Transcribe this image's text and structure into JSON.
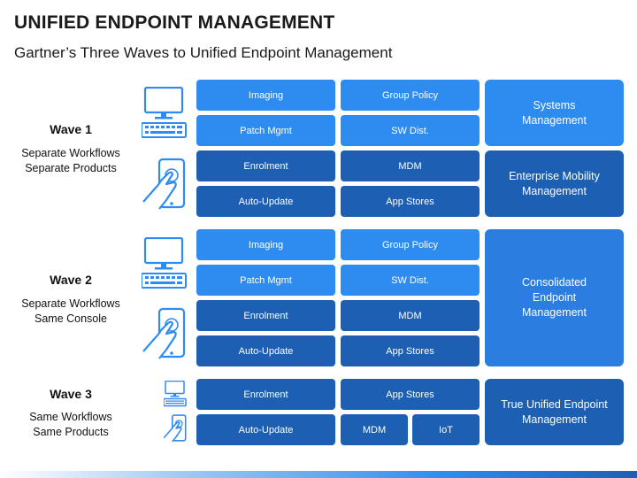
{
  "title": "UNIFIED ENDPOINT MANAGEMENT",
  "subtitle": "Gartner’s Three Waves to Unified Endpoint Management",
  "waves": [
    {
      "label": "Wave 1",
      "desc1": "Separate Workflows",
      "desc2": "Separate Products",
      "grid": {
        "r1c1": "Imaging",
        "r1c2": "Group Policy",
        "r2c1": "Patch Mgmt",
        "r2c2": "SW Dist.",
        "r3c1": "Enrolment",
        "r3c2": "MDM",
        "r4c1": "Auto-Update",
        "r4c2": "App Stores"
      },
      "categories": [
        "Systems\nManagement",
        "Enterprise Mobility\nManagement"
      ]
    },
    {
      "label": "Wave 2",
      "desc1": "Separate Workflows",
      "desc2": "Same Console",
      "grid": {
        "r1c1": "Imaging",
        "r1c2": "Group Policy",
        "r2c1": "Patch Mgmt",
        "r2c2": "SW Dist.",
        "r3c1": "Enrolment",
        "r3c2": "MDM",
        "r4c1": "Auto-Update",
        "r4c2": "App Stores"
      },
      "categories": [
        "Consolidated\nEndpoint\nManagement"
      ]
    },
    {
      "label": "Wave 3",
      "desc1": "Same Workflows",
      "desc2": "Same Products",
      "grid": {
        "r1c1": "Enrolment",
        "r1c2": "App Stores",
        "r2c1": "Auto-Update",
        "r2c2a": "MDM",
        "r2c2b": "IoT"
      },
      "categories": [
        "True Unified Endpoint\nManagement"
      ]
    }
  ],
  "icons": [
    "computer-icon",
    "keyboard-icon",
    "smartphone-touch-icon"
  ],
  "colors": {
    "light_blue": "#2e8cf0",
    "dark_blue": "#1c5fb3",
    "mid_blue": "#2b7de0"
  }
}
